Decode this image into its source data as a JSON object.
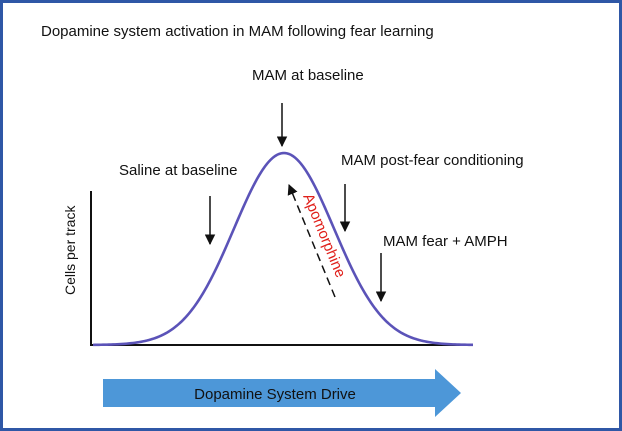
{
  "title": "Dopamine system activation in MAM following fear learning",
  "ylabel": "Cells per track",
  "drive_arrow_label": "Dopamine System Drive",
  "annotations": {
    "mam_baseline": "MAM at baseline",
    "saline_baseline": "Saline at baseline",
    "mam_post_fear": "MAM post-fear conditioning",
    "mam_fear_amph": "MAM fear + AMPH",
    "apomorphine": "Apomorphine"
  },
  "colors": {
    "border": "#2f57a6",
    "curve": "#5b53b8",
    "drive_arrow": "#4d97d8",
    "apomorphine": "#e0201b",
    "text": "#111111"
  }
}
